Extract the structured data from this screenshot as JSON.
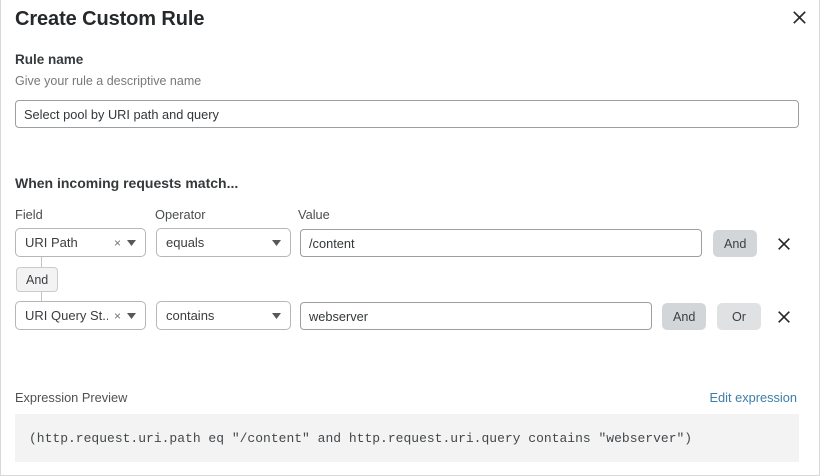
{
  "modal": {
    "title": "Create Custom Rule",
    "close_icon": "close-icon"
  },
  "rule_name": {
    "label": "Rule name",
    "helper": "Give your rule a descriptive name",
    "value": "Select pool by URI path and query",
    "placeholder": "Give your rule a descriptive name"
  },
  "match": {
    "heading": "When incoming requests match...",
    "columns": {
      "field": "Field",
      "operator": "Operator",
      "value": "Value"
    },
    "connector_between_rows": "And",
    "rows": [
      {
        "field": "URI Path",
        "field_clear_icon": "close-small-icon",
        "field_chevron_icon": "chevron-down-icon",
        "operator": "equals",
        "operator_chevron_icon": "chevron-down-icon",
        "value": "/content",
        "logic_buttons": [
          {
            "label": "And",
            "selected": true
          }
        ],
        "delete_icon": "close-icon"
      },
      {
        "field": "URI Query St...",
        "field_clear_icon": "close-small-icon",
        "field_chevron_icon": "chevron-down-icon",
        "operator": "contains",
        "operator_chevron_icon": "chevron-down-icon",
        "value": "webserver",
        "logic_buttons": [
          {
            "label": "And",
            "selected": true
          },
          {
            "label": "Or",
            "selected": false
          }
        ],
        "delete_icon": "close-icon"
      }
    ]
  },
  "expression": {
    "label": "Expression Preview",
    "edit_link": "Edit expression",
    "code": "(http.request.uri.path eq \"/content\" and http.request.uri.query contains \"webserver\")"
  },
  "colors": {
    "link": "#3b7fa9",
    "pill_selected": "#d3d6d8",
    "pill_unselected": "#dfe1e3",
    "code_background": "#f3f3f3",
    "border": "#b4b7ba",
    "title": "#26292b",
    "helper_text": "#76797c"
  }
}
